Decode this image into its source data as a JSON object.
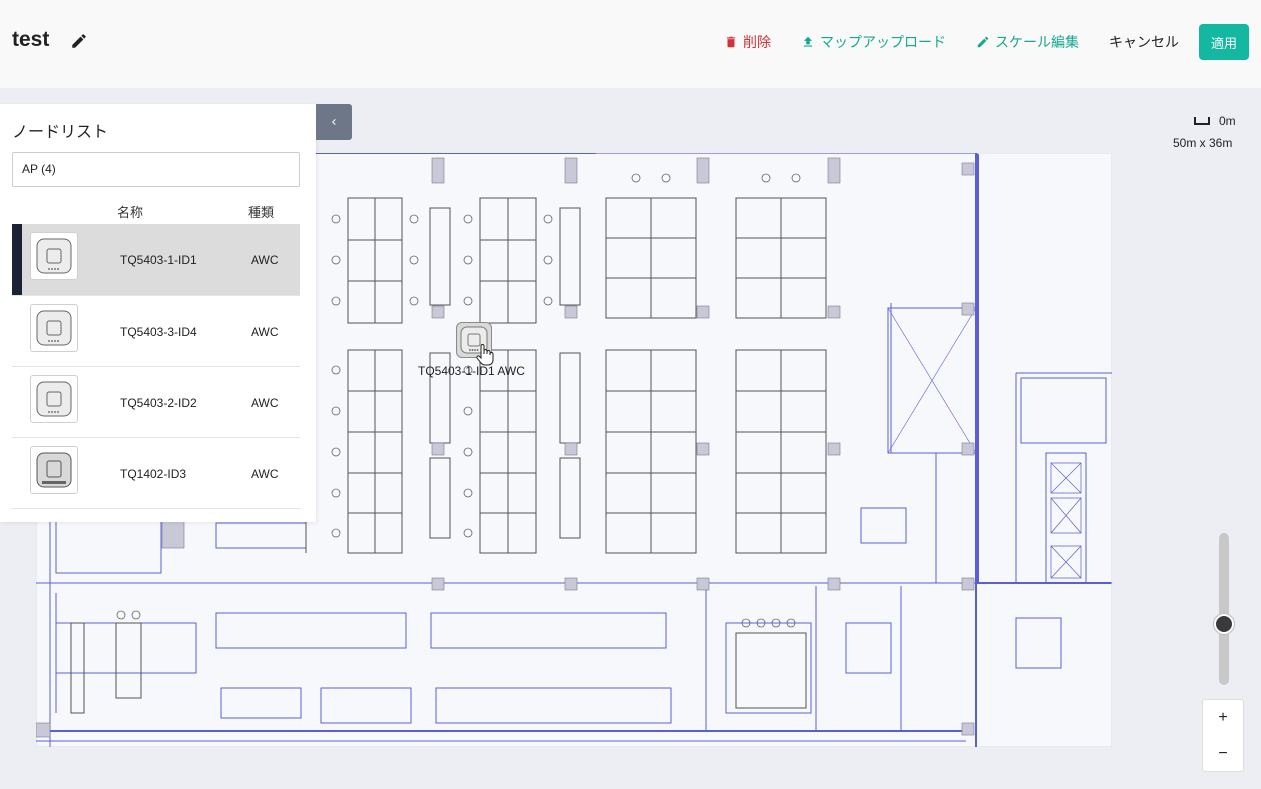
{
  "header": {
    "title": "test",
    "actions": {
      "delete": "削除",
      "upload_map": "マップアップロード",
      "edit_scale": "スケール編集",
      "cancel": "キャンセル",
      "apply": "適用"
    }
  },
  "colors": {
    "delete": "#d0343a",
    "accent": "#14a98e",
    "apply_bg": "#14b8a0",
    "selected_bar": "#1b2233",
    "floorplan_line": "#5a5fd4"
  },
  "node_list": {
    "title": "ノードリスト",
    "filter_value": "AP (4)",
    "columns": {
      "name": "名称",
      "type": "種類"
    },
    "rows": [
      {
        "name": "TQ5403-1-ID1",
        "type": "AWC",
        "selected": true
      },
      {
        "name": "TQ5403-3-ID4",
        "type": "AWC",
        "selected": false
      },
      {
        "name": "TQ5403-2-ID2",
        "type": "AWC",
        "selected": false
      },
      {
        "name": "TQ1402-ID3",
        "type": "AWC",
        "selected": false
      }
    ]
  },
  "map": {
    "scale_value": "0m",
    "dimensions": "50m x 36m",
    "placed_ap_label": "TQ5403-1-ID1 AWC"
  },
  "zoom": {
    "level": 0.4,
    "in": "+",
    "out": "−"
  },
  "icons": {
    "title_edit": "pencil-icon",
    "delete": "trash-icon",
    "upload": "upload-icon",
    "scale_edit": "pencil-icon",
    "collapse": "chevron-left-icon",
    "ap": "access-point-icon",
    "cursor": "hand-cursor-icon"
  }
}
